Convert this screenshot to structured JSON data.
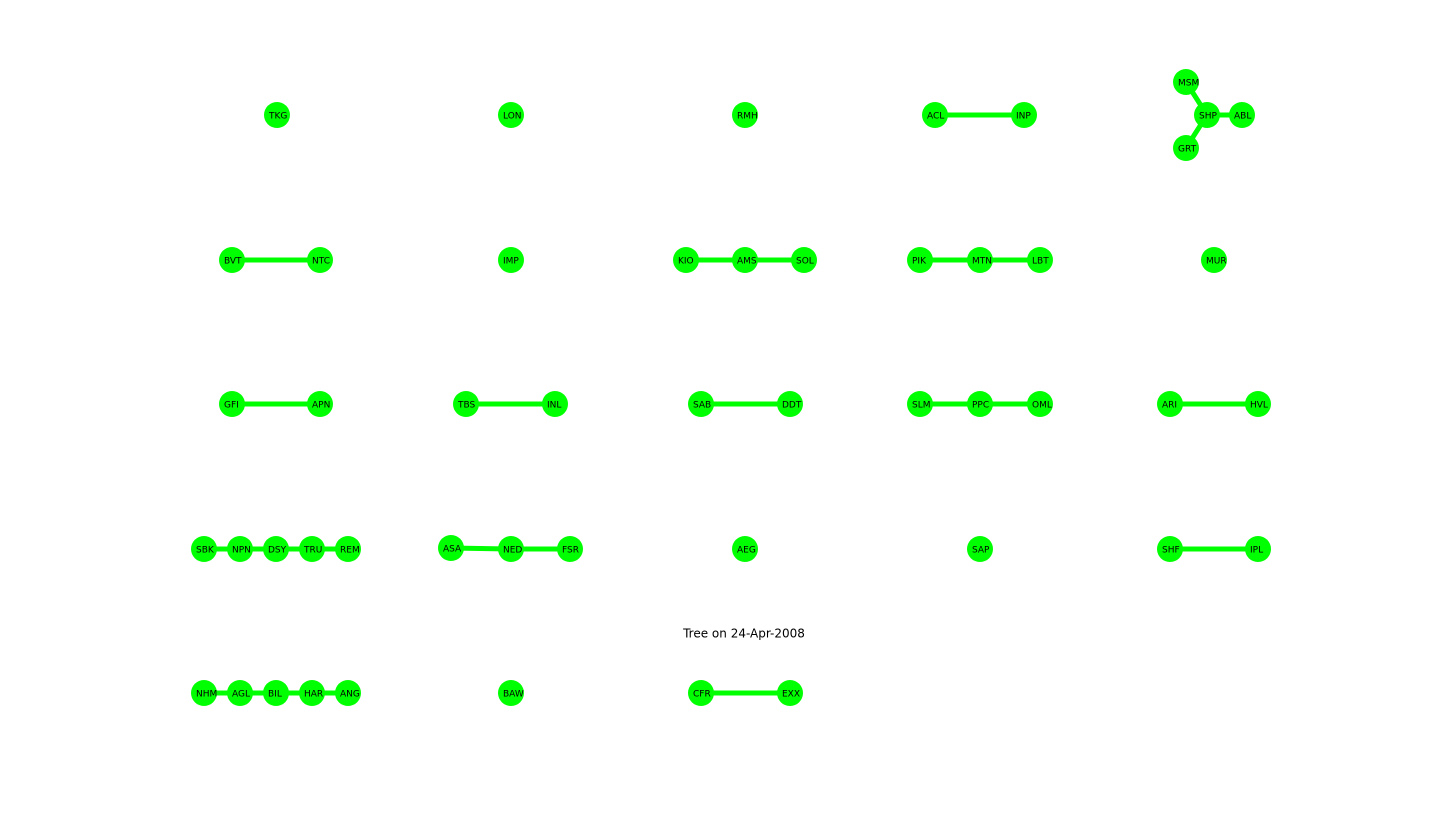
{
  "title": "Tree on 24-Apr-2008",
  "colors": {
    "node": "#00ff00",
    "edge": "#00ff00",
    "label": "#000000",
    "background": "#ffffff"
  },
  "nodes": {
    "TKG": "TKG",
    "LON": "LON",
    "RMH": "RMH",
    "ACL": "ACL",
    "INP": "INP",
    "MSM": "MSM",
    "SHP": "SHP",
    "ABL": "ABL",
    "GRT": "GRT",
    "BVT": "BVT",
    "NTC": "NTC",
    "IMP": "IMP",
    "KIO": "KIO",
    "AMS": "AMS",
    "SOL": "SOL",
    "PIK": "PIK",
    "MTN": "MTN",
    "LBT": "LBT",
    "MUR": "MUR",
    "GFI": "GFI",
    "APN": "APN",
    "TBS": "TBS",
    "INL": "INL",
    "SAB": "SAB",
    "DDT": "DDT",
    "SLM": "SLM",
    "PPC": "PPC",
    "OML": "OML",
    "ARI": "ARI",
    "HVL": "HVL",
    "SBK": "SBK",
    "NPN": "NPN",
    "DSY": "DSY",
    "TRU": "TRU",
    "REM": "REM",
    "ASA": "ASA",
    "NED": "NED",
    "FSR": "FSR",
    "AEG": "AEG",
    "SAP": "SAP",
    "SHF": "SHF",
    "IPL": "IPL",
    "NHM": "NHM",
    "AGL": "AGL",
    "BIL": "BIL",
    "HAR": "HAR",
    "ANG": "ANG",
    "BAW": "BAW",
    "CFR": "CFR",
    "EXX": "EXX"
  },
  "edges": [
    [
      "ACL",
      "INP"
    ],
    [
      "MSM",
      "SHP"
    ],
    [
      "SHP",
      "ABL"
    ],
    [
      "SHP",
      "GRT"
    ],
    [
      "BVT",
      "NTC"
    ],
    [
      "KIO",
      "AMS"
    ],
    [
      "AMS",
      "SOL"
    ],
    [
      "PIK",
      "MTN"
    ],
    [
      "MTN",
      "LBT"
    ],
    [
      "GFI",
      "APN"
    ],
    [
      "TBS",
      "INL"
    ],
    [
      "SAB",
      "DDT"
    ],
    [
      "SLM",
      "PPC"
    ],
    [
      "PPC",
      "OML"
    ],
    [
      "ARI",
      "HVL"
    ],
    [
      "SBK",
      "NPN"
    ],
    [
      "NPN",
      "DSY"
    ],
    [
      "DSY",
      "TRU"
    ],
    [
      "TRU",
      "REM"
    ],
    [
      "ASA",
      "NED"
    ],
    [
      "NED",
      "FSR"
    ],
    [
      "SHF",
      "IPL"
    ],
    [
      "NHM",
      "AGL"
    ],
    [
      "AGL",
      "BIL"
    ],
    [
      "BIL",
      "HAR"
    ],
    [
      "HAR",
      "ANG"
    ],
    [
      "CFR",
      "EXX"
    ]
  ]
}
